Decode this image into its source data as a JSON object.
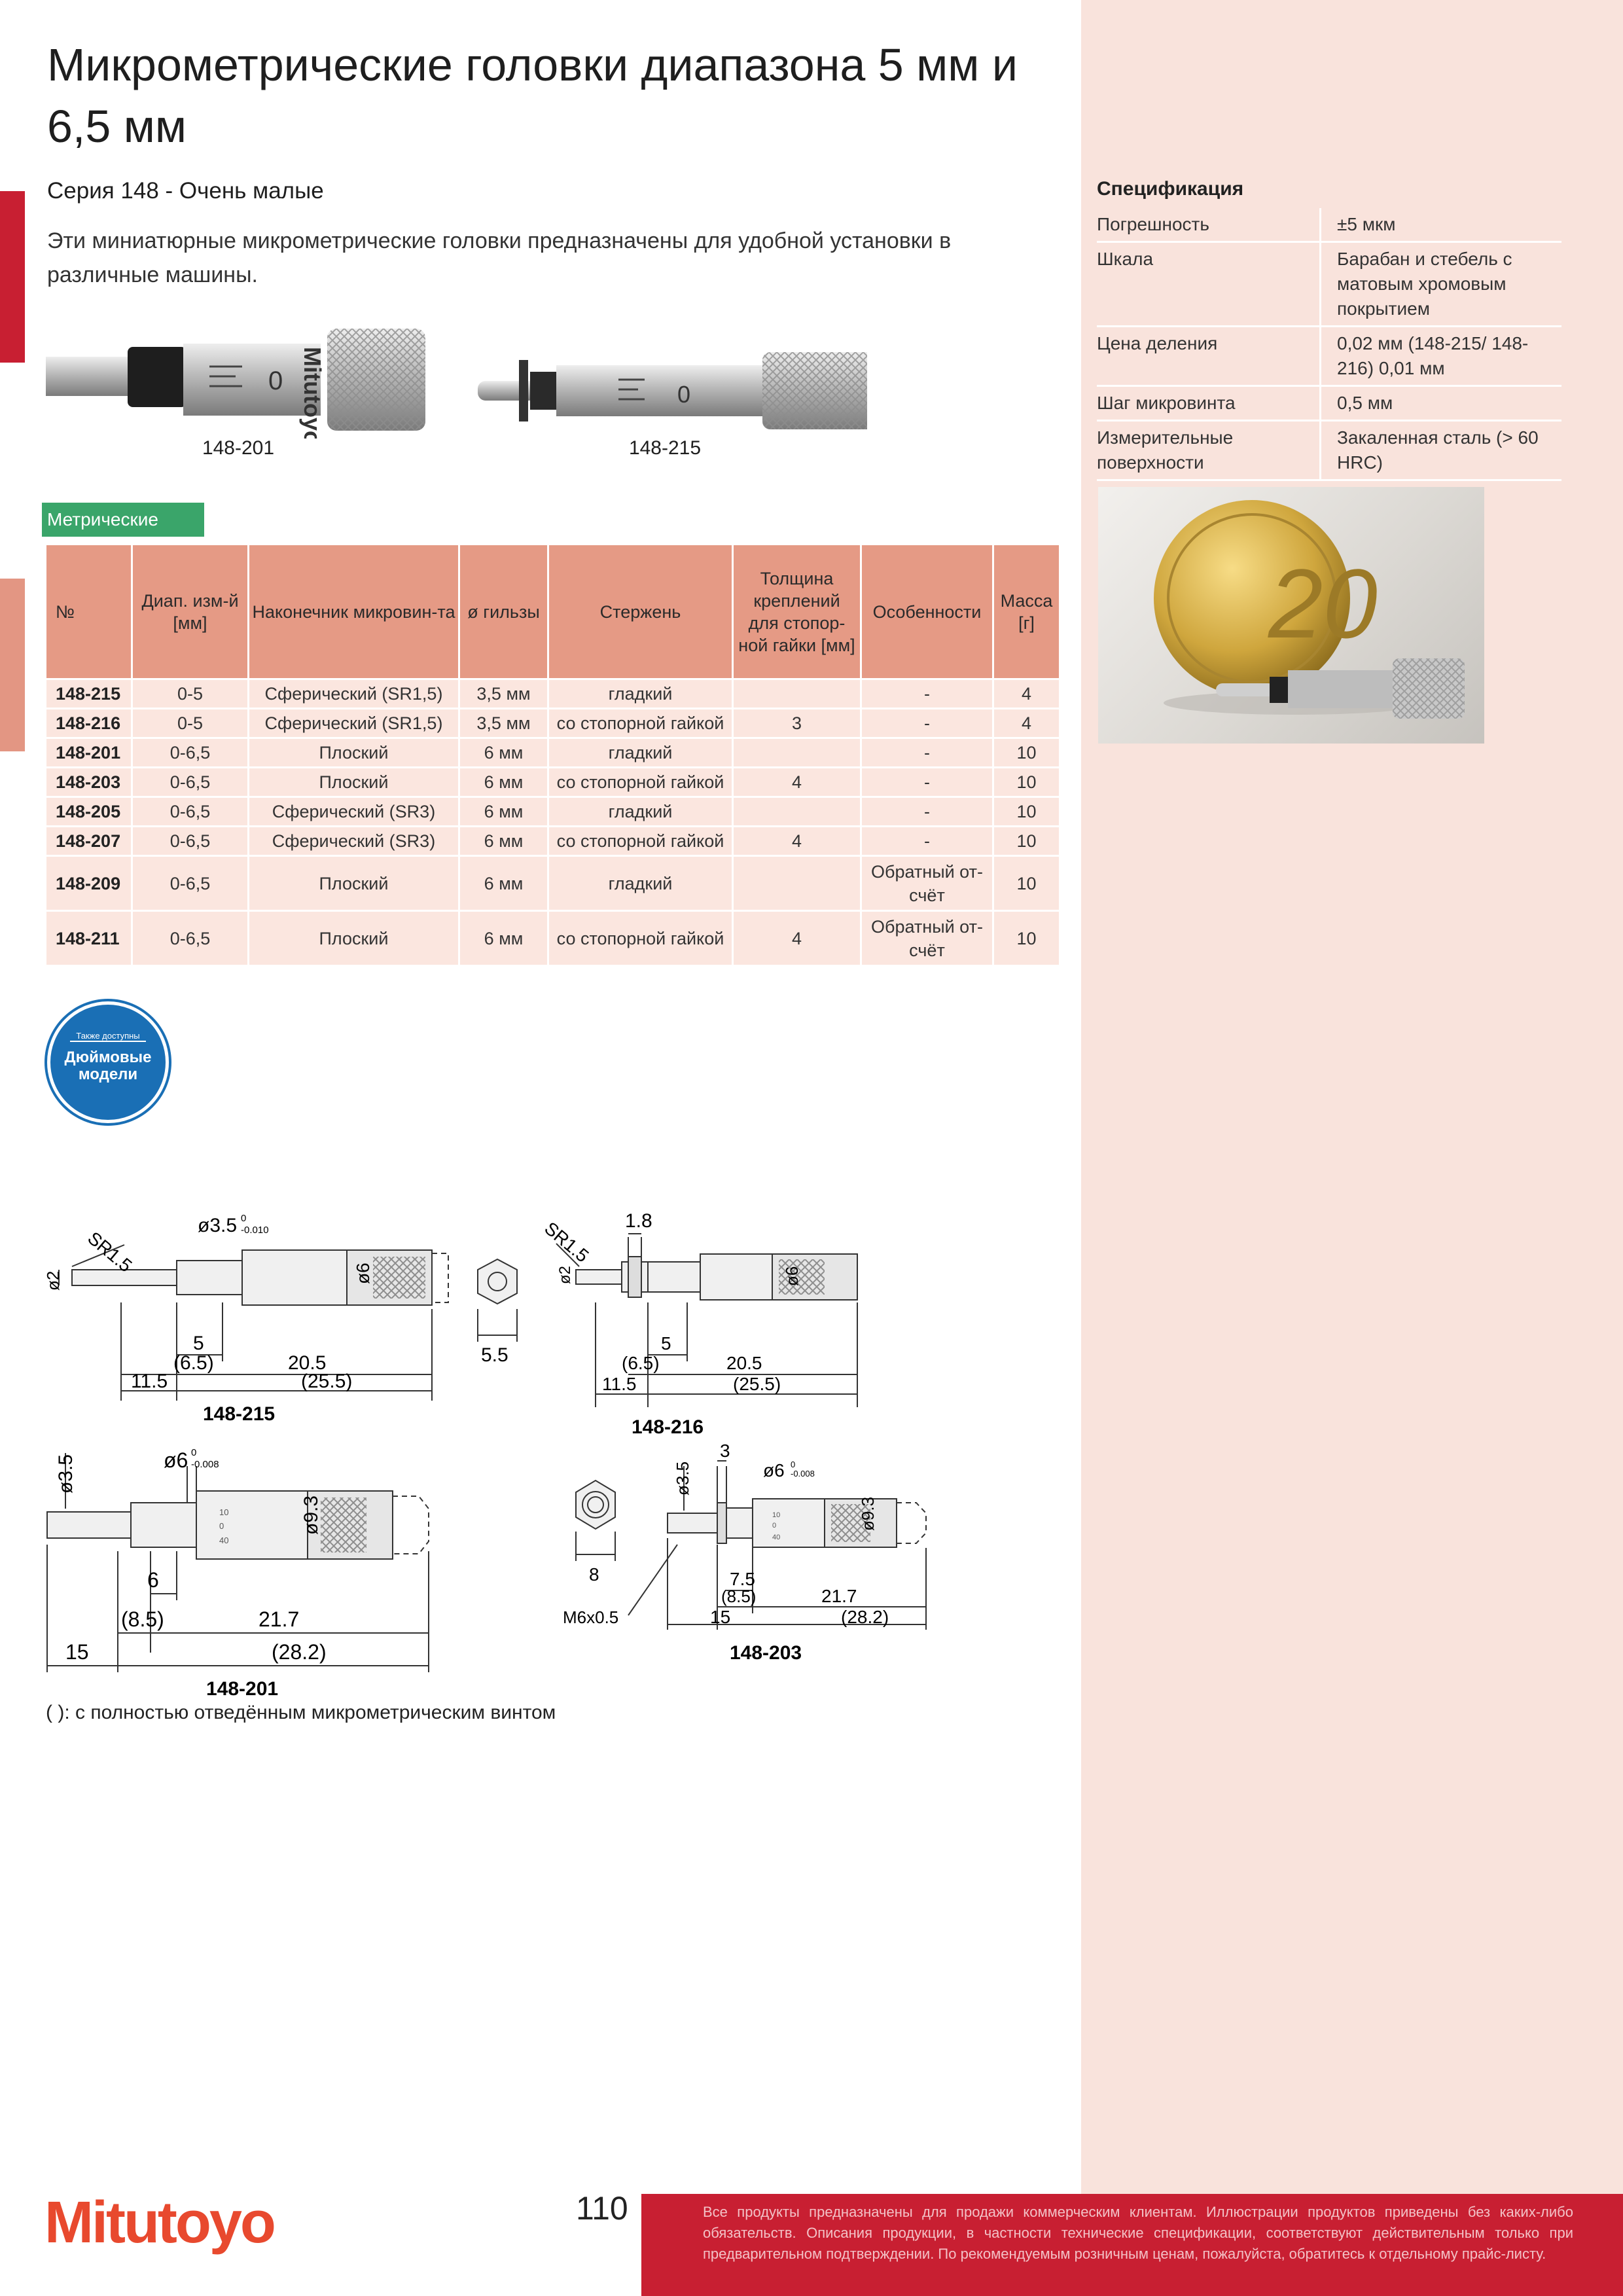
{
  "title": "Микрометрические головки диапазона 5 мм и 6,5 мм",
  "series": "Серия 148 - Очень малые",
  "description": "Эти миниатюрные микрометрические головки предназначены для удобной установки в различные машины.",
  "product_images": [
    {
      "caption": "148-201",
      "brand": "Mitutoyo"
    },
    {
      "caption": "148-215"
    }
  ],
  "metric_tag": "Метрические",
  "table": {
    "headers": [
      "№",
      "Диап. изм-й [мм]",
      "Наконечник микровин-та",
      "ø гильзы",
      "Стержень",
      "Толщина креплений для стопор-ной гайки [мм]",
      "Особенности",
      "Масса [г]"
    ],
    "rows": [
      [
        "148-215",
        "0-5",
        "Сферический (SR1,5)",
        "3,5 мм",
        "гладкий",
        "",
        "-",
        "4"
      ],
      [
        "148-216",
        "0-5",
        "Сферический (SR1,5)",
        "3,5 мм",
        "со стопорной гайкой",
        "3",
        "-",
        "4"
      ],
      [
        "148-201",
        "0-6,5",
        "Плоский",
        "6 мм",
        "гладкий",
        "",
        "-",
        "10"
      ],
      [
        "148-203",
        "0-6,5",
        "Плоский",
        "6 мм",
        "со стопорной гайкой",
        "4",
        "-",
        "10"
      ],
      [
        "148-205",
        "0-6,5",
        "Сферический (SR3)",
        "6 мм",
        "гладкий",
        "",
        "-",
        "10"
      ],
      [
        "148-207",
        "0-6,5",
        "Сферический (SR3)",
        "6 мм",
        "со стопорной гайкой",
        "4",
        "-",
        "10"
      ],
      [
        "148-209",
        "0-6,5",
        "Плоский",
        "6 мм",
        "гладкий",
        "",
        "Обратный от-счёт",
        "10"
      ],
      [
        "148-211",
        "0-6,5",
        "Плоский",
        "6 мм",
        "со стопорной гайкой",
        "4",
        "Обратный от-счёт",
        "10"
      ]
    ]
  },
  "spec": {
    "title": "Спецификация",
    "rows": [
      [
        "Погрешность",
        "±5 мкм"
      ],
      [
        "Шкала",
        "Барабан и стебель с матовым хромовым покрытием"
      ],
      [
        "Цена деления",
        "0,02 мм (148-215/ 148-216) 0,01 мм"
      ],
      [
        "Шаг микровинта",
        "0,5 мм"
      ],
      [
        "Измерительные поверхности",
        "Закаленная сталь (> 60 HRC)"
      ]
    ]
  },
  "coin_photo": {
    "coin_value": "20"
  },
  "badge": {
    "top": "Также доступны",
    "main": "Дюймовые модели"
  },
  "drawings": {
    "d215": {
      "caption": "148-215",
      "sr": "SR1.5",
      "d_shaft": "ø2",
      "d_sleeve": "ø3.5",
      "tol_sleeve": "-0.010",
      "tol_zero": "0",
      "d_thimble": "ø6",
      "dim_5": "5",
      "dim_65": "(6.5)",
      "dim_205": "20.5",
      "dim_115": "11.5",
      "dim_255": "(25.5)",
      "nut": "5.5"
    },
    "d216": {
      "caption": "148-216",
      "sr": "SR1.5",
      "d_shaft": "ø2",
      "d_thimble": "ø6",
      "dim_18": "1.8",
      "dim_5": "5",
      "dim_65": "(6.5)",
      "dim_205": "20.5",
      "dim_115": "11.5",
      "dim_255": "(25.5)"
    },
    "d201": {
      "caption": "148-201",
      "d_shaft": "ø3.5",
      "d_sleeve": "ø6",
      "tol_sleeve": "-0.008",
      "tol_zero": "0",
      "d_thimble": "ø9.3",
      "dim_6": "6",
      "dim_85": "(8.5)",
      "dim_217": "21.7",
      "dim_15": "15",
      "dim_282": "(28.2)"
    },
    "d203": {
      "caption": "148-203",
      "d_shaft": "ø3.5",
      "d_sleeve": "ø6",
      "tol_sleeve": "-0.008",
      "tol_zero": "0",
      "d_thimble": "ø9.3",
      "dim_3": "3",
      "dim_75": "7.5",
      "dim_85": "(8.5)",
      "dim_217": "21.7",
      "dim_15": "15",
      "dim_282": "(28.2)",
      "thread": "M6x0.5",
      "nut": "8"
    },
    "scale_ticks": {
      "t10": "10",
      "t0": "0",
      "t40": "40"
    }
  },
  "footnote": "( ): с полностью отведённым микрометрическим винтом",
  "footer": {
    "logo": "Mitutoyo",
    "page": "110",
    "text": "Все продукты предназначены для продажи коммерческим клиентам. Иллюстрации продуктов приведены без каких-либо обязательств. Описания продукции, в частности технические спецификации, соответствуют действительным только при предварительном подтверждении. По рекомендуемым розничным ценам, пожалуйста, обратитесь к отдельному прайс-листу."
  },
  "colors": {
    "red": "#c81f32",
    "salmon": "#e59a85",
    "pink_bg": "#f9e3dc",
    "green": "#3aa56a",
    "blue": "#1a6fb5",
    "logo_orange": "#e8492e"
  }
}
